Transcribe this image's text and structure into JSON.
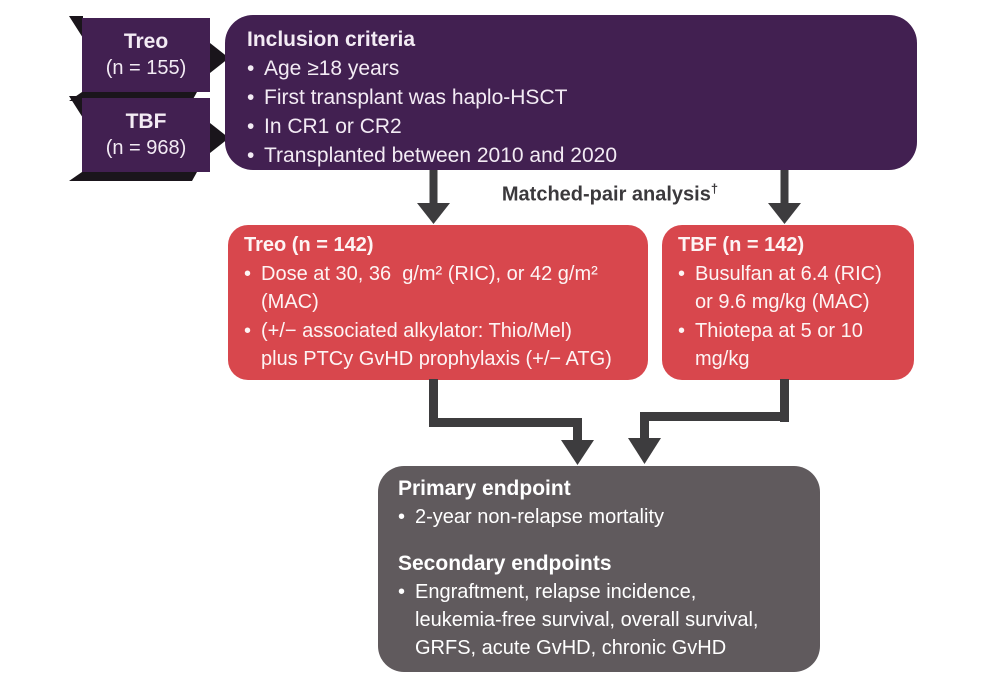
{
  "colors": {
    "purple": "#422051",
    "red": "#d8474d",
    "gray": "#605a5d",
    "arrow": "#3d3c3e",
    "ribbon-black": "#1a151b",
    "label-ink": "#3b393c",
    "purple-text": "#f3ebf4",
    "background": "#ffffff"
  },
  "glyphs": {
    "bullet": "•",
    "dagger": "†"
  },
  "banners": [
    {
      "name": "Treo",
      "count": "(n = 155)"
    },
    {
      "name": "TBF",
      "count": "(n = 968)"
    }
  ],
  "inclusion_box": {
    "title": "Inclusion criteria",
    "bullets": [
      "Age ≥18 years",
      "First transplant was haplo-HSCT",
      "In CR1 or CR2",
      "Transplanted between 2010 and 2020"
    ]
  },
  "matched_pair": {
    "label": "Matched-pair analysis"
  },
  "treo_box": {
    "title": "Treo (n = 142)",
    "lines": [
      {
        "text": "Dose at 30, 36  g/m² (RIC), or 42 g/m²",
        "bullet": true
      },
      {
        "text": "(MAC)",
        "bullet": false
      },
      {
        "text": "(+/− associated alkylator: Thio/Mel)",
        "bullet": true
      },
      {
        "text": "plus PTCy GvHD prophylaxis (+/− ATG)",
        "bullet": false
      }
    ]
  },
  "tbf_box": {
    "title": "TBF (n = 142)",
    "lines": [
      {
        "text": "Busulfan at 6.4 (RIC)",
        "bullet": true
      },
      {
        "text": "or 9.6 mg/kg (MAC)",
        "bullet": false
      },
      {
        "text": "Thiotepa at 5 or 10",
        "bullet": true
      },
      {
        "text": "mg/kg",
        "bullet": false
      }
    ]
  },
  "endpoint_box": {
    "primary_title": "Primary endpoint",
    "primary_lines": [
      {
        "text": "2-year non-relapse mortality",
        "bullet": true
      }
    ],
    "secondary_title": "Secondary endpoints",
    "secondary_lines": [
      {
        "text": "Engraftment, relapse incidence,",
        "bullet": true
      },
      {
        "text": "leukemia-free survival, overall survival,",
        "bullet": false
      },
      {
        "text": "GRFS, acute GvHD, chronic GvHD",
        "bullet": false
      }
    ]
  }
}
